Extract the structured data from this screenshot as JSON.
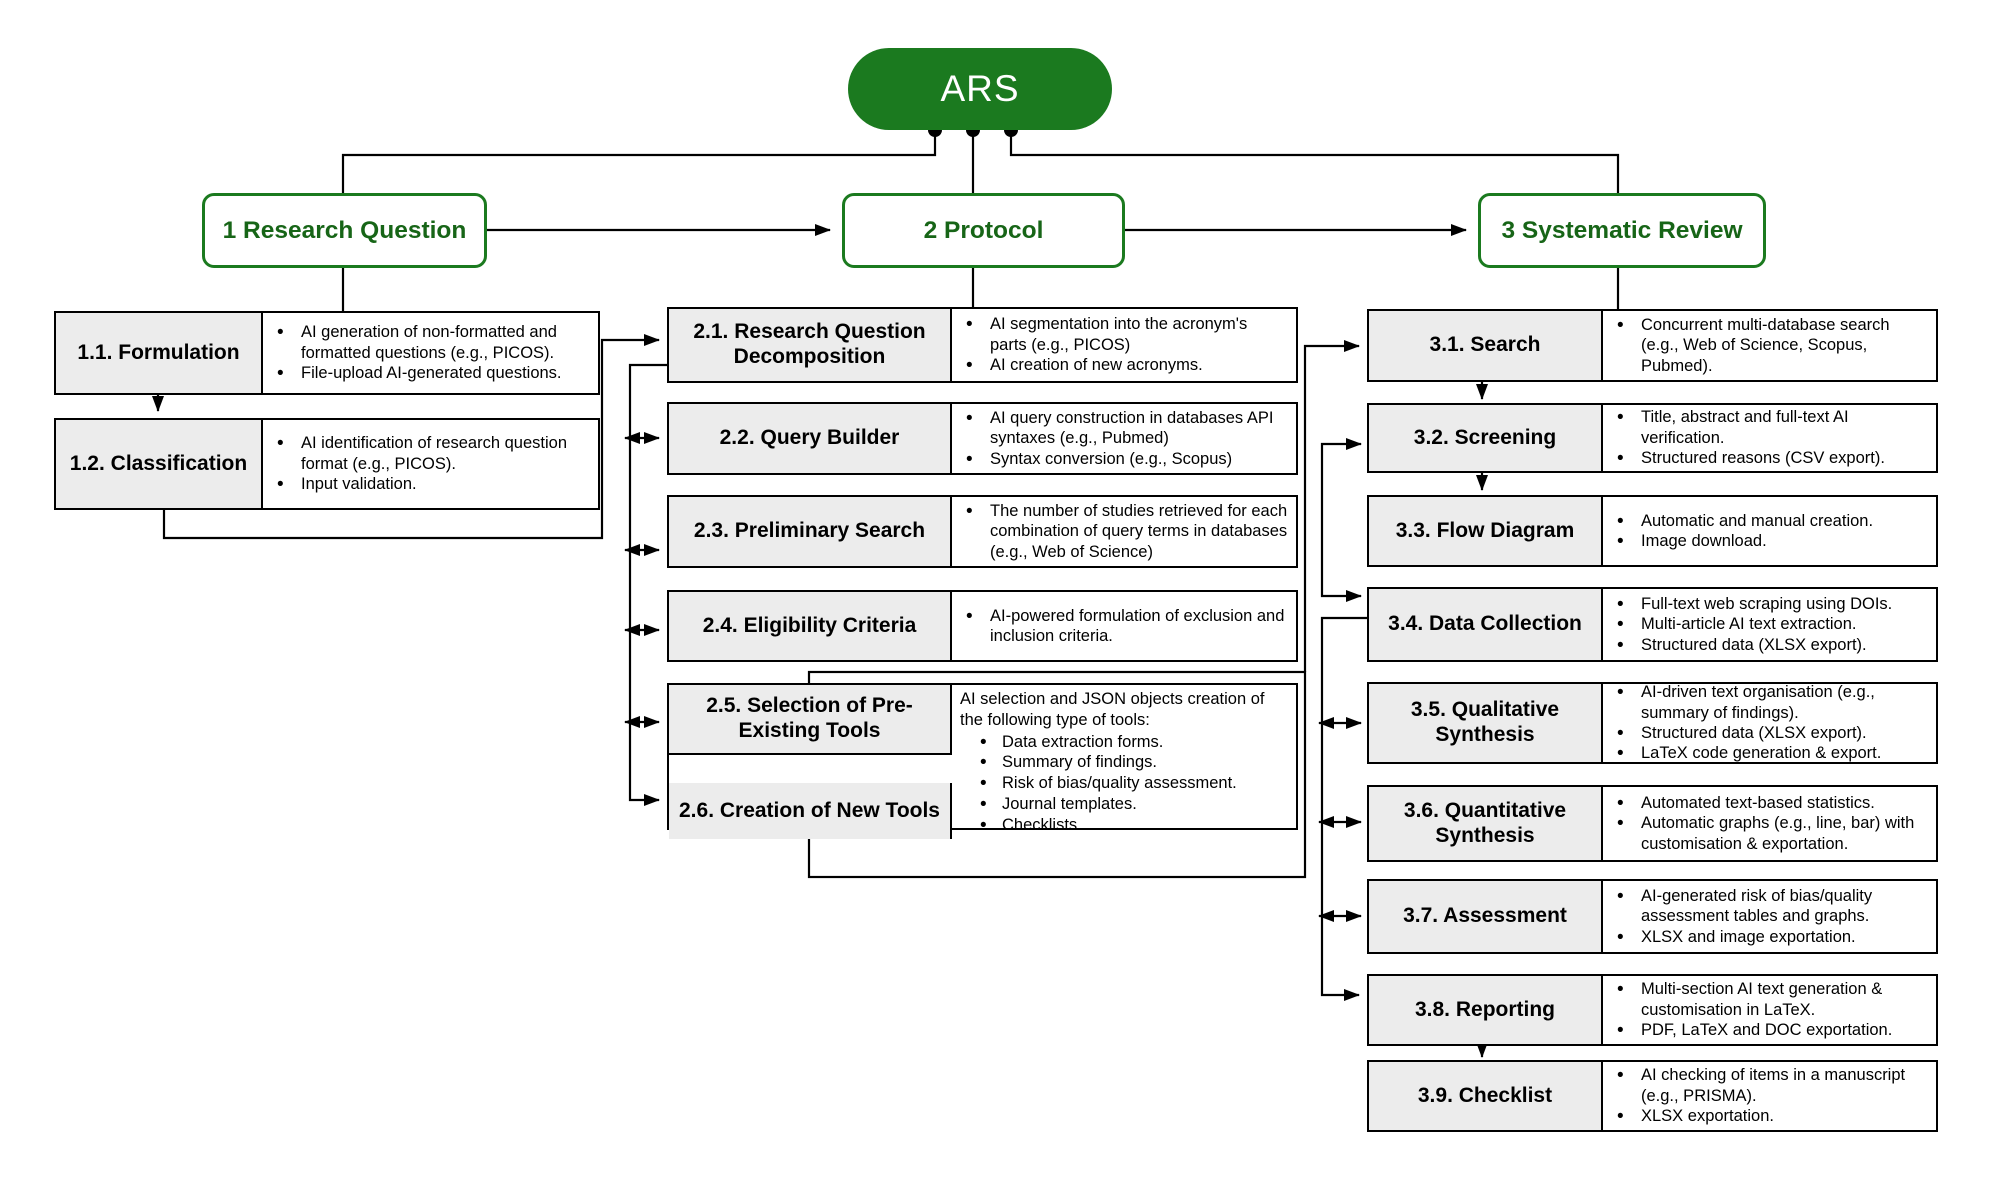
{
  "root": {
    "label": "ARS"
  },
  "stages": [
    {
      "label": "1 Research Question"
    },
    {
      "label": "2 Protocol"
    },
    {
      "label": "3 Systematic Review"
    }
  ],
  "research_question": {
    "rows": [
      {
        "title": "1.1. Formulation",
        "bullets": [
          "AI generation of non-formatted and formatted questions (e.g., PICOS).",
          "File-upload AI-generated questions."
        ]
      },
      {
        "title": "1.2. Classification",
        "bullets": [
          "AI identification of research question format (e.g., PICOS).",
          "Input validation."
        ]
      }
    ]
  },
  "protocol": {
    "rows": [
      {
        "title": "2.1. Research Question Decomposition",
        "bullets": [
          "AI segmentation into the acronym's parts (e.g., PICOS)",
          "AI creation of new acronyms."
        ]
      },
      {
        "title": "2.2. Query Builder",
        "bullets": [
          "AI query construction in databases API syntaxes (e.g., Pubmed)",
          "Syntax conversion (e.g., Scopus)"
        ]
      },
      {
        "title": "2.3. Preliminary Search",
        "bullets": [
          "The number of studies retrieved for each combination of query terms in databases (e.g., Web of Science)"
        ]
      },
      {
        "title": "2.4. Eligibility Criteria",
        "bullets": [
          "AI-powered formulation of exclusion and inclusion criteria."
        ]
      }
    ],
    "tools_group": {
      "titles": [
        "2.5. Selection of Pre-Existing Tools",
        "2.6. Creation of New Tools"
      ],
      "intro": "AI selection and JSON objects creation of the following type of tools:",
      "bullets": [
        "Data extraction forms.",
        "Summary of findings.",
        "Risk of bias/quality assessment.",
        "Journal templates.",
        "Checklists."
      ]
    }
  },
  "systematic_review": {
    "rows": [
      {
        "title": "3.1. Search",
        "bullets": [
          "Concurrent multi-database search (e.g., Web of Science, Scopus, Pubmed)."
        ]
      },
      {
        "title": "3.2. Screening",
        "bullets": [
          "Title, abstract and full-text AI verification.",
          "Structured reasons (CSV export)."
        ]
      },
      {
        "title": "3.3. Flow Diagram",
        "bullets": [
          "Automatic and manual creation.",
          "Image download."
        ]
      },
      {
        "title": "3.4. Data Collection",
        "bullets": [
          "Full-text web scraping using DOIs.",
          "Multi-article AI text extraction.",
          "Structured data (XLSX export)."
        ]
      },
      {
        "title": "3.5. Qualitative Synthesis",
        "bullets": [
          "AI-driven text organisation (e.g., summary of findings).",
          "Structured data (XLSX export).",
          "LaTeX code generation & export."
        ]
      },
      {
        "title": "3.6. Quantitative Synthesis",
        "bullets": [
          "Automated text-based statistics.",
          "Automatic graphs (e.g., line, bar) with customisation & exportation."
        ]
      },
      {
        "title": "3.7. Assessment",
        "bullets": [
          "AI-generated risk of bias/quality assessment tables and graphs.",
          "XLSX and image exportation."
        ]
      },
      {
        "title": "3.8. Reporting",
        "bullets": [
          "Multi-section AI text generation & customisation in LaTeX.",
          "PDF, LaTeX and DOC exportation."
        ]
      },
      {
        "title": "3.9. Checklist",
        "bullets": [
          "AI checking of items in a manuscript (e.g., PRISMA).",
          "XLSX exportation."
        ]
      }
    ]
  },
  "colors": {
    "green": "#1b7a1f",
    "green_text": "#176517",
    "label_bg": "#ececec",
    "line": "#000000"
  }
}
